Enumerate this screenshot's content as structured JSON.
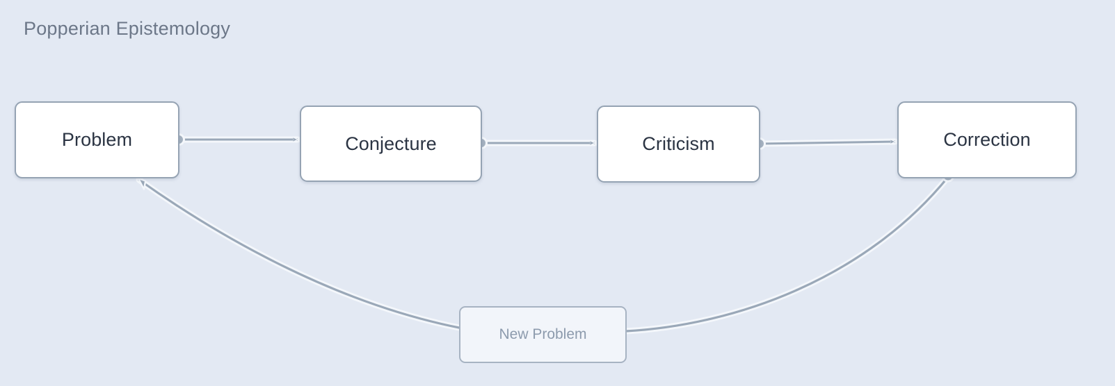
{
  "diagram": {
    "title": "Popperian Epistemology",
    "type": "flow-cycle",
    "background_color": "#e3e9f3",
    "title_color": "#6c7788",
    "node_fill": "#ffffff",
    "node_border_color": "#95a3b3",
    "node_text_color": "#2b3443",
    "edge_color": "#9aa8b8",
    "edge_halo_color": "#f4f7fb",
    "edge_label_fill": "#f2f5fa",
    "edge_label_text_color": "#8d9bad",
    "nodes": [
      {
        "id": "problem",
        "label": "Problem"
      },
      {
        "id": "conjecture",
        "label": "Conjecture"
      },
      {
        "id": "criticism",
        "label": "Criticism"
      },
      {
        "id": "correction",
        "label": "Correction"
      }
    ],
    "edges": [
      {
        "id": "e1",
        "from": "problem",
        "to": "conjecture",
        "label": "",
        "style": "straight",
        "arrowhead": true,
        "source_dot": true
      },
      {
        "id": "e2",
        "from": "conjecture",
        "to": "criticism",
        "label": "",
        "style": "straight",
        "arrowhead": true,
        "source_dot": true
      },
      {
        "id": "e3",
        "from": "criticism",
        "to": "correction",
        "label": "",
        "style": "straight",
        "arrowhead": true,
        "source_dot": true
      },
      {
        "id": "e4",
        "from": "correction",
        "to": "problem",
        "label": "New Problem",
        "style": "curved",
        "arrowhead": true,
        "source_dot": true
      }
    ]
  }
}
